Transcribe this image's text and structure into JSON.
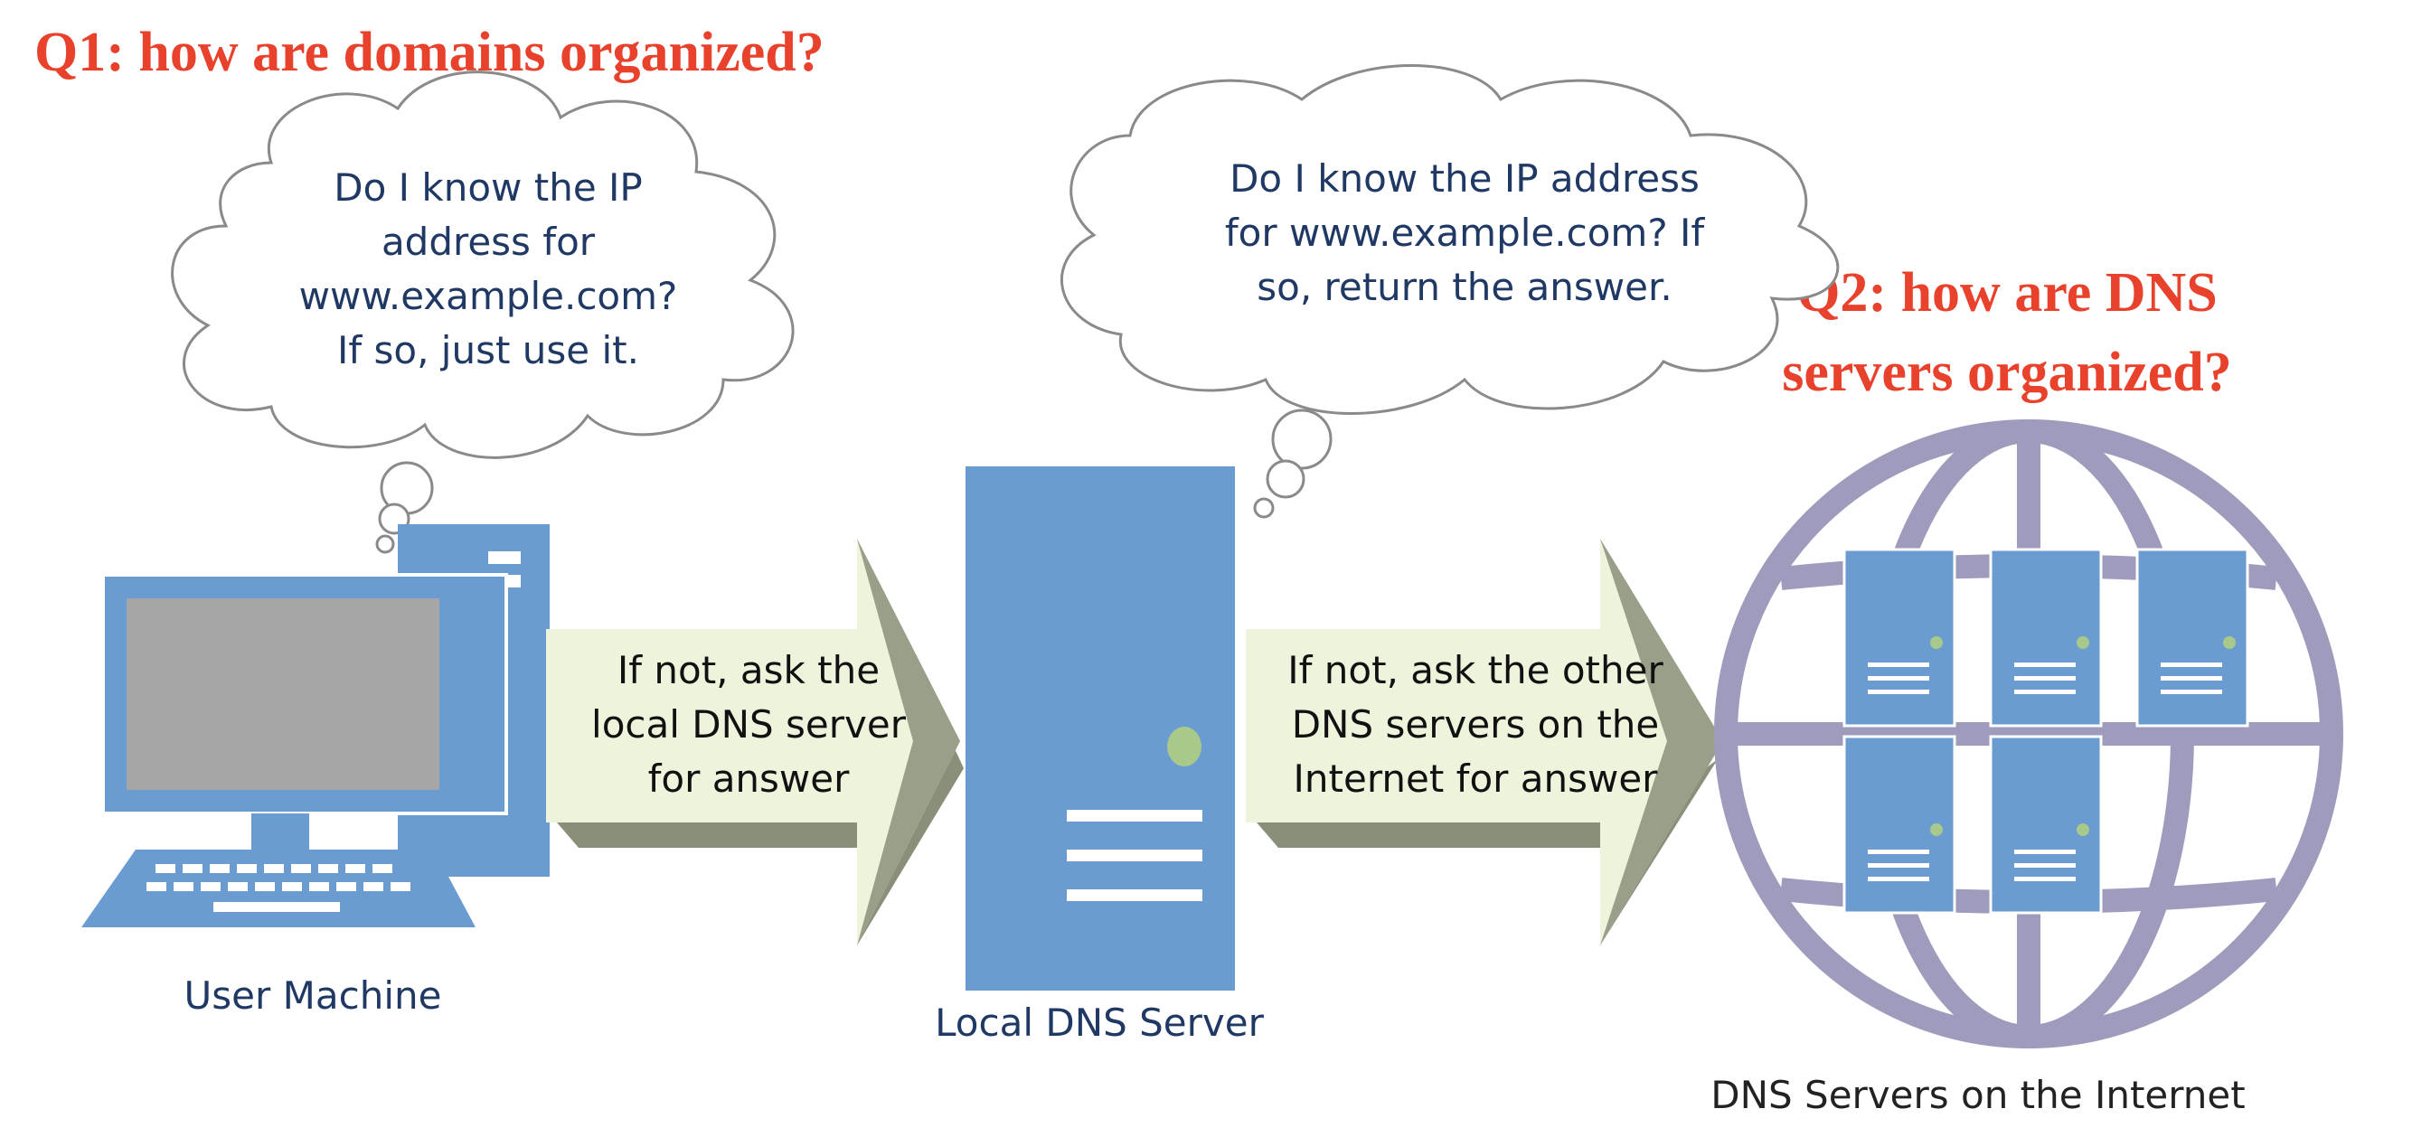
{
  "questions": {
    "q1": "Q1: how are domains organized?",
    "q2_line1": "Q2: how are DNS",
    "q2_line2": "servers organized?"
  },
  "clouds": {
    "user": [
      "Do I know the IP",
      "address for",
      "www.example.com?",
      "If so, just use it."
    ],
    "local": [
      "Do I know the IP address",
      "for www.example.com? If",
      "so, return the answer."
    ]
  },
  "arrows": {
    "to_local": [
      "If not, ask the",
      "local DNS server",
      "for answer"
    ],
    "to_internet": [
      "If not, ask the other",
      "DNS servers on the",
      "Internet for answer"
    ]
  },
  "labels": {
    "user_machine": "User Machine",
    "local_dns": "Local DNS Server",
    "internet_dns": "DNS Servers on the Internet"
  },
  "colors": {
    "question_red": "#e8412c",
    "device_blue": "#6a9bd1",
    "text_navy": "#1f3864",
    "arrow_fill": "#eef3dc",
    "arrow_shadow": "#8a8f7a",
    "globe_purple": "#9e9bbd",
    "led_green": "#a8c98a"
  },
  "icons": {
    "user_machine": "desktop-computer-icon",
    "local_dns": "server-tower-icon",
    "internet_dns": "globe-server-cluster-icon"
  }
}
